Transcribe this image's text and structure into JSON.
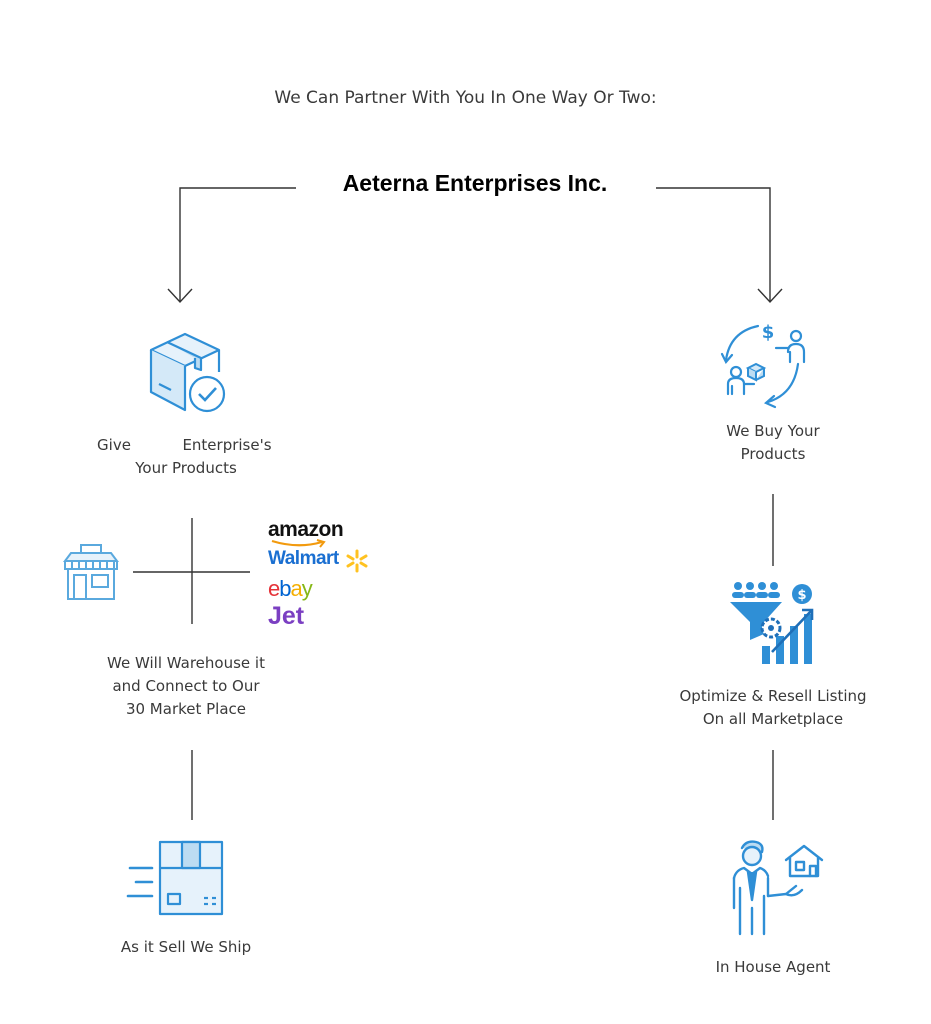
{
  "header": {
    "subtitle": "We Can Partner With You In One Way Or Two:",
    "company": "Aeterna Enterprises Inc."
  },
  "left": {
    "give_word": "Give",
    "give_enterprise": "Enterprise's",
    "give_products": "Your Products",
    "warehouse_lines": [
      "We Will Warehouse it",
      "and Connect to Our",
      "30 Market Place"
    ],
    "ship_label": "As it Sell We Ship"
  },
  "marketplaces": {
    "amazon": "amazon",
    "walmart": "Walmart",
    "ebay": [
      "e",
      "b",
      "a",
      "y"
    ],
    "jet": "Jet"
  },
  "right": {
    "buy_lines": [
      "We Buy Your",
      "Products"
    ],
    "optimize_lines": [
      "Optimize & Resell Listing",
      "On all Marketplace"
    ],
    "agent_label": "In House Agent"
  },
  "icons": {
    "product_box": "box-check-icon",
    "store": "store-icon",
    "shipping": "fast-shipping-box-icon",
    "buy": "exchange-money-icon",
    "optimize": "funnel-growth-icon",
    "agent": "real-estate-agent-icon",
    "walmart_spark": "walmart-spark-icon",
    "amazon_smile": "amazon-smile-icon"
  },
  "colors": {
    "icon_blue": "#2f8fd6",
    "icon_dark": "#1f6fb8",
    "line": "#333333",
    "walmart": "#1a6fd1",
    "walmart_spark": "#ffc220",
    "jet": "#7b3fc2"
  }
}
